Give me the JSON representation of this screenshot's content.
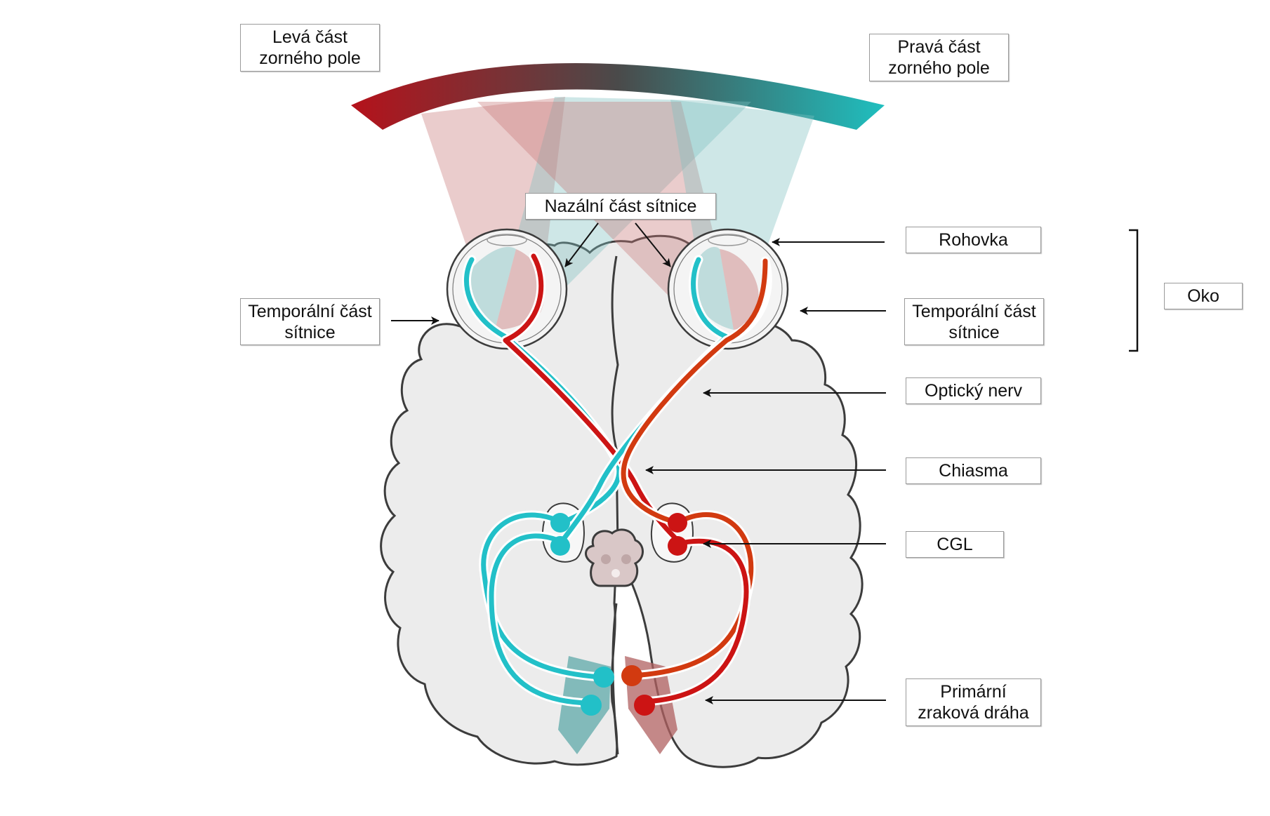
{
  "labels": {
    "left_field": [
      "Levá část",
      "zorného pole"
    ],
    "right_field": [
      "Pravá část",
      "zorného pole"
    ],
    "nasal_retina": "Nazální část sítnice",
    "cornea": "Rohovka",
    "temporal_retina_left": [
      "Temporální část",
      "sítnice"
    ],
    "temporal_retina_right": [
      "Temporální část",
      "sítnice"
    ],
    "eye": "Oko",
    "optic_nerve": "Optický nerv",
    "chiasm": "Chiasma",
    "cgl": "CGL",
    "primary_visual": [
      "Primární",
      "zraková dráha"
    ]
  },
  "colors": {
    "left_field": "#b5121b",
    "right_field": "#1fbfbf",
    "mid_field": "#4a4a4a",
    "cyan_path": "#22c0c8",
    "red_path": "#cc1414",
    "orange_red_path": "#d23a10",
    "brain_fill": "#ececec",
    "brain_outline": "#3c3c3c"
  }
}
